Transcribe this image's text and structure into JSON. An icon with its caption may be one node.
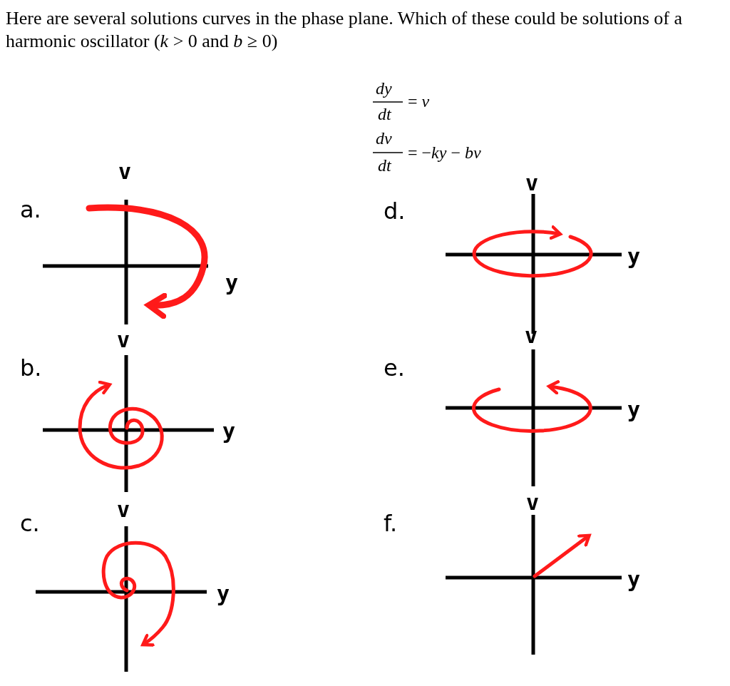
{
  "diagram": {
    "title": "Here are several solutions curves in the phase plane. Which of these could be solutions of a harmonic oscillator (*k* > 0 and *b* ≥ 0)",
    "labels": [
      "*dy*",
      "*dt*",
      "= *v*",
      "*dv*",
      "*dt*",
      "= −*ky* − *bv*",
      "v",
      "a.",
      "y",
      "v",
      "d.",
      "y",
      "v",
      "b.",
      "y",
      "v",
      "e.",
      "y",
      "v",
      "c.",
      "y",
      "v",
      "f.",
      "y"
    ]
  }
}
